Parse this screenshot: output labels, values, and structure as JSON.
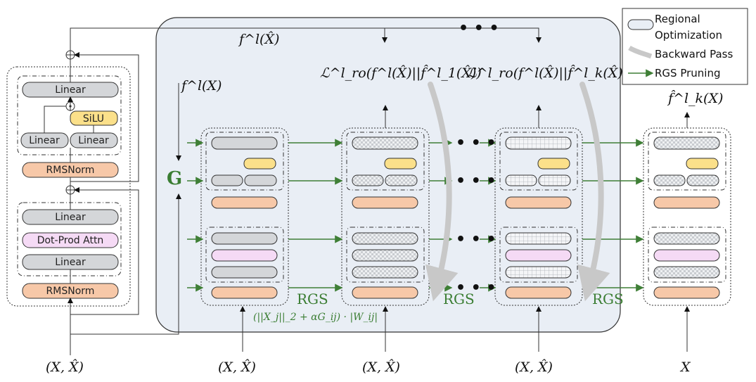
{
  "legend": {
    "regional": "Regional",
    "optimization": "Optimization",
    "backward": "Backward Pass",
    "rgs_pruning": "RGS Pruning"
  },
  "block": {
    "linear_top": "Linear",
    "silu": "SiLU",
    "linear_left": "Linear",
    "linear_right": "Linear",
    "rmsnorm_mid": "RMSNorm",
    "linear_attn_top": "Linear",
    "attn": "Dot-Prod Attn",
    "linear_attn_bot": "Linear",
    "rmsnorm_bot": "RMSNorm"
  },
  "math": {
    "f_xhat": "f^l(X̂)",
    "f_x": "f^l(X)",
    "g": "G",
    "loss1": "ℒ^l_ro(f^l(X̂)||f̂^l_1(X̂))",
    "lossk": "ℒ^l_ro(f^l(X̂)||f̂^l_k(X̂))",
    "fhatk": "f̂^l_k(X)",
    "formula": "(||X_j||_2 + αG_ij) · |W_ij|",
    "rgs": "RGS",
    "ellipsis": "• • •",
    "input_left": "(X, X̂)",
    "input_1": "(X, X̂)",
    "input_2": "(X, X̂)",
    "input_3": "(X, X̂)",
    "input_x": "X"
  },
  "colors": {
    "gray": "#d4d6d9",
    "yellow": "#fbe08a",
    "orange": "#f7c8a8",
    "pink": "#f5daf5",
    "green": "#3f7f36",
    "panel": "#e9eef5"
  }
}
